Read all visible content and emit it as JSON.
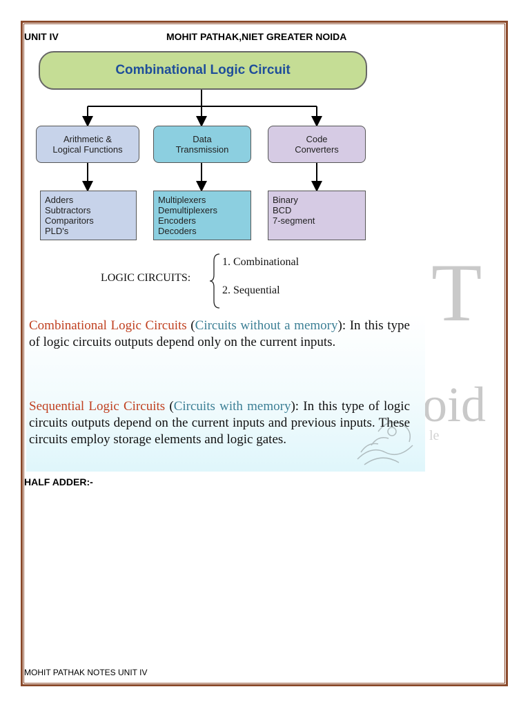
{
  "header": {
    "left": "UNIT IV",
    "center": "MOHIT PATHAK,NIET GREATER NOIDA"
  },
  "diagram": {
    "root": "Combinational Logic Circuit",
    "categories": [
      {
        "label": "Arithmetic &\nLogical Functions",
        "items": "Adders\nSubtractors\nComparitors\nPLD's"
      },
      {
        "label": "Data\nTransmission",
        "items": "Multiplexers\nDemultiplexers\nEncoders\nDecoders"
      },
      {
        "label": "Code\nConverters",
        "items": "Binary\nBCD\n7-segment"
      }
    ]
  },
  "logic_circuits": {
    "label": "LOGIC CIRCUITS:",
    "item1": "1.  Combinational",
    "item2": "2.  Sequential"
  },
  "definitions": {
    "combinational_term": "Combinational Logic Circuits",
    "combinational_paren_open": " (",
    "combinational_note": "Circuits without a memory",
    "combinational_rest": "): In this type of logic circuits outputs depend only on the current inputs.",
    "sequential_term": "Sequential Logic Circuits",
    "sequential_paren_open": " (",
    "sequential_note": "Circuits with memory",
    "sequential_rest": "): In this type of logic circuits outputs depend on the current inputs and previous inputs. These circuits employ storage elements and logic gates."
  },
  "watermark": {
    "t": "T",
    "oid": "oid",
    "le": "le"
  },
  "half_adder": "HALF ADDER:-",
  "footer": "MOHIT PATHAK NOTES UNIT IV",
  "colors": {
    "frame": "#8b4a2b",
    "root_fill": "#c5dd95",
    "root_text": "#1f4e9a",
    "arith_fill": "#c7d3ea",
    "data_fill": "#8ccfe0",
    "code_fill": "#d6cbe4",
    "term_red": "#c04020",
    "note_teal": "#3c7f95"
  }
}
